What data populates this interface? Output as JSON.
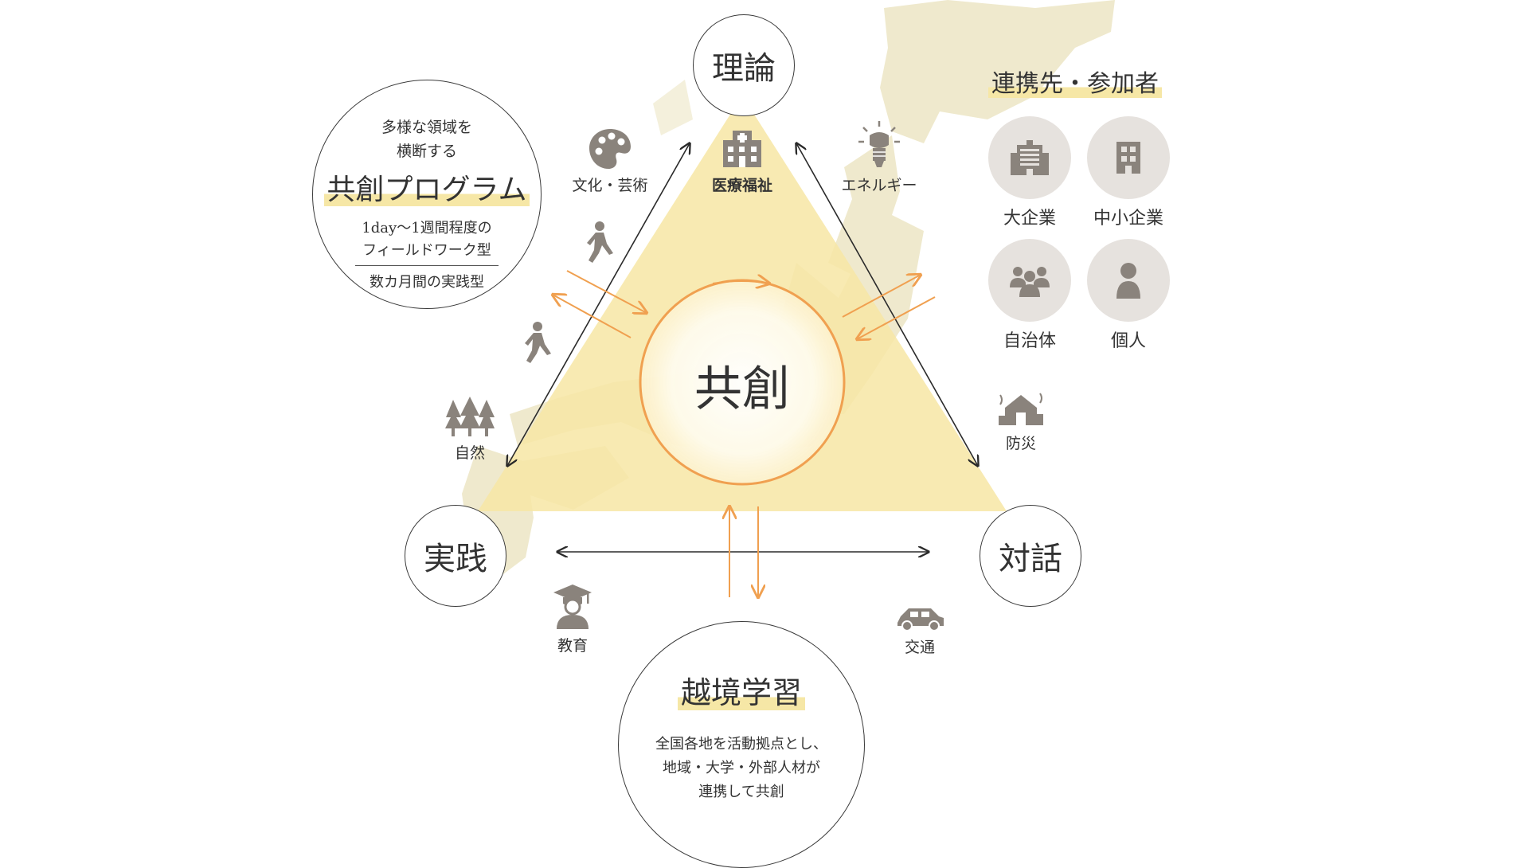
{
  "center": {
    "label": "共創"
  },
  "vertices": {
    "top": "理論",
    "left": "実践",
    "right": "対話"
  },
  "program": {
    "intro_line1": "多様な領域を",
    "intro_line2": "横断する",
    "title": "共創プログラム",
    "line1": "1day〜1週間程度の",
    "line2": "フィールドワーク型",
    "line3": "数カ月間の実践型"
  },
  "ekkyo": {
    "title": "越境学習",
    "line1": "全国各地を活動拠点とし、",
    "line2": "地域・大学・外部人材が",
    "line3": "連携して共創"
  },
  "partners": {
    "heading": "連携先・参加者",
    "items": [
      {
        "label": "大企業",
        "icon": "office-building-icon"
      },
      {
        "label": "中小企業",
        "icon": "small-building-icon"
      },
      {
        "label": "自治体",
        "icon": "group-icon"
      },
      {
        "label": "個人",
        "icon": "person-icon"
      }
    ]
  },
  "categories": [
    {
      "label": "文化・芸術",
      "icon": "palette-icon"
    },
    {
      "label": "医療福祉",
      "icon": "hospital-icon"
    },
    {
      "label": "エネルギー",
      "icon": "lightbulb-icon"
    },
    {
      "label": "自然",
      "icon": "trees-icon"
    },
    {
      "label": "防災",
      "icon": "disaster-house-icon"
    },
    {
      "label": "教育",
      "icon": "graduate-icon"
    },
    {
      "label": "交通",
      "icon": "car-icon"
    }
  ],
  "colors": {
    "triangle": "#f7e6a4",
    "map": "#ece6c4",
    "accent": "#f0a050",
    "icon": "#8a837c",
    "disc": "#e6e2de",
    "line": "#3a3a3a"
  }
}
